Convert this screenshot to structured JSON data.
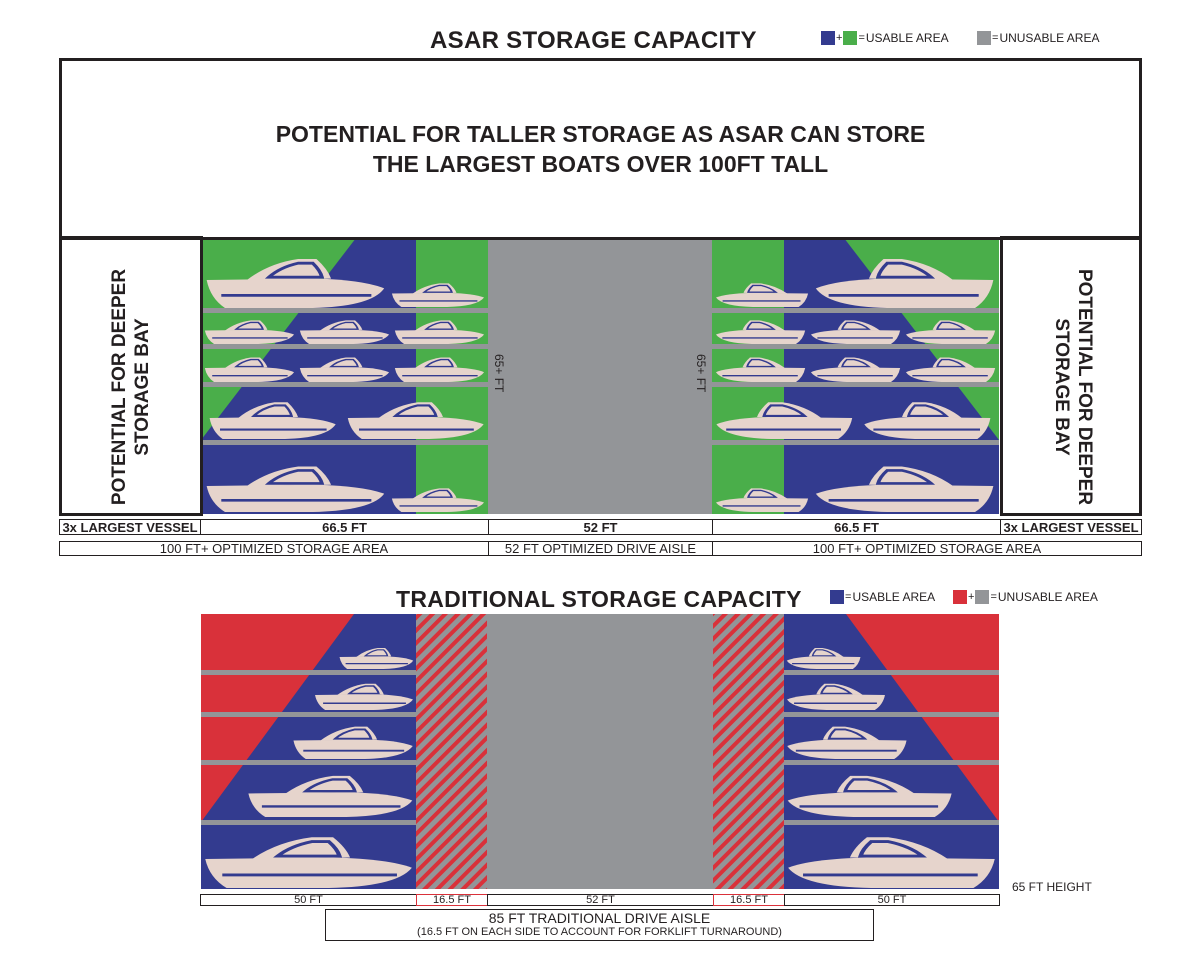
{
  "asar": {
    "title": "ASAR STORAGE CAPACITY",
    "legend_usable": "USABLE AREA",
    "legend_unusable": "UNUSABLE AREA",
    "potential_taller_line1": "POTENTIAL FOR TALLER STORAGE AS ASAR CAN STORE",
    "potential_taller_line2": "THE LARGEST BOATS OVER 100FT TALL",
    "potential_deeper_line1": "POTENTIAL FOR DEEPER",
    "potential_deeper_line2": "STORAGE  BAY",
    "height_label": "65+ FT",
    "dimensions": {
      "left_vessel": "3x LARGEST VESSEL",
      "left_rack": "66.5 FT",
      "aisle": "52 FT",
      "right_rack": "66.5 FT",
      "right_vessel": "3x LARGEST VESSEL"
    },
    "areas": {
      "left": "100 FT+ OPTIMIZED STORAGE AREA",
      "aisle": "52 FT OPTIMIZED DRIVE AISLE",
      "right": "100 FT+ OPTIMIZED STORAGE AREA"
    }
  },
  "traditional": {
    "title": "TRADITIONAL STORAGE CAPACITY",
    "legend_usable": "USABLE AREA",
    "legend_unusable": "UNUSABLE AREA",
    "dimensions": {
      "left_rack": "50 FT",
      "left_turn": "16.5 FT",
      "aisle": "52 FT",
      "right_turn": "16.5 FT",
      "right_rack": "50 FT"
    },
    "height": "65 FT HEIGHT",
    "aisle_title": "85 FT TRADITIONAL DRIVE AISLE",
    "aisle_note": "(16.5 FT ON EACH SIDE TO ACCOUNT FOR FORKLIFT TURNAROUND)"
  },
  "colors": {
    "blue": "#333b8f",
    "green": "#4aae4a",
    "gray": "#939598",
    "red": "#d9313a",
    "boat": "#e6d4cc"
  }
}
